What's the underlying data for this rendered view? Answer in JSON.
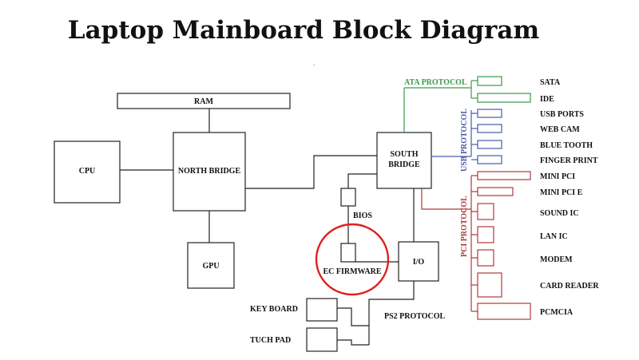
{
  "title": "Laptop Mainboard Block Diagram",
  "colors": {
    "ata": "#3a9a4a",
    "usb": "#4a5aa8",
    "pci": "#b03a3a",
    "highlight": "#e02020",
    "line": "#222222"
  },
  "blocks": {
    "ram": "RAM",
    "cpu": "CPU",
    "north_bridge": "NORTH BRIDGE",
    "gpu": "GPU",
    "south_bridge_line1": "SOUTH",
    "south_bridge_line2": "BRIDGE",
    "bios": "BIOS",
    "ec_firmware": "EC FIRMWARE",
    "io": "I/O",
    "keyboard": "KEY BOARD",
    "touchpad": "TUCH PAD"
  },
  "protocols": {
    "ata": "ATA PROTOCOL",
    "usb": "USB PROTOCOL",
    "pci": "PCI PROTOCOL",
    "ps2": "PS2 PROTOCOL"
  },
  "ata_devices": [
    "SATA",
    "IDE"
  ],
  "usb_devices": [
    "USB PORTS",
    "WEB CAM",
    "BLUE TOOTH",
    "FINGER PRINT"
  ],
  "pci_devices": [
    "MINI PCI",
    "MINI PCI E",
    "SOUND IC",
    "LAN IC",
    "MODEM",
    "CARD READER",
    "PCMCIA"
  ]
}
